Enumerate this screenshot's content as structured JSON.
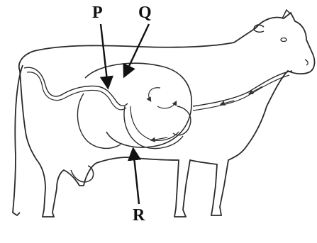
{
  "labels": {
    "p": "P",
    "q": "Q",
    "r": "R"
  },
  "colors": {
    "outline": "#2a2a2a",
    "background": "#ffffff"
  }
}
